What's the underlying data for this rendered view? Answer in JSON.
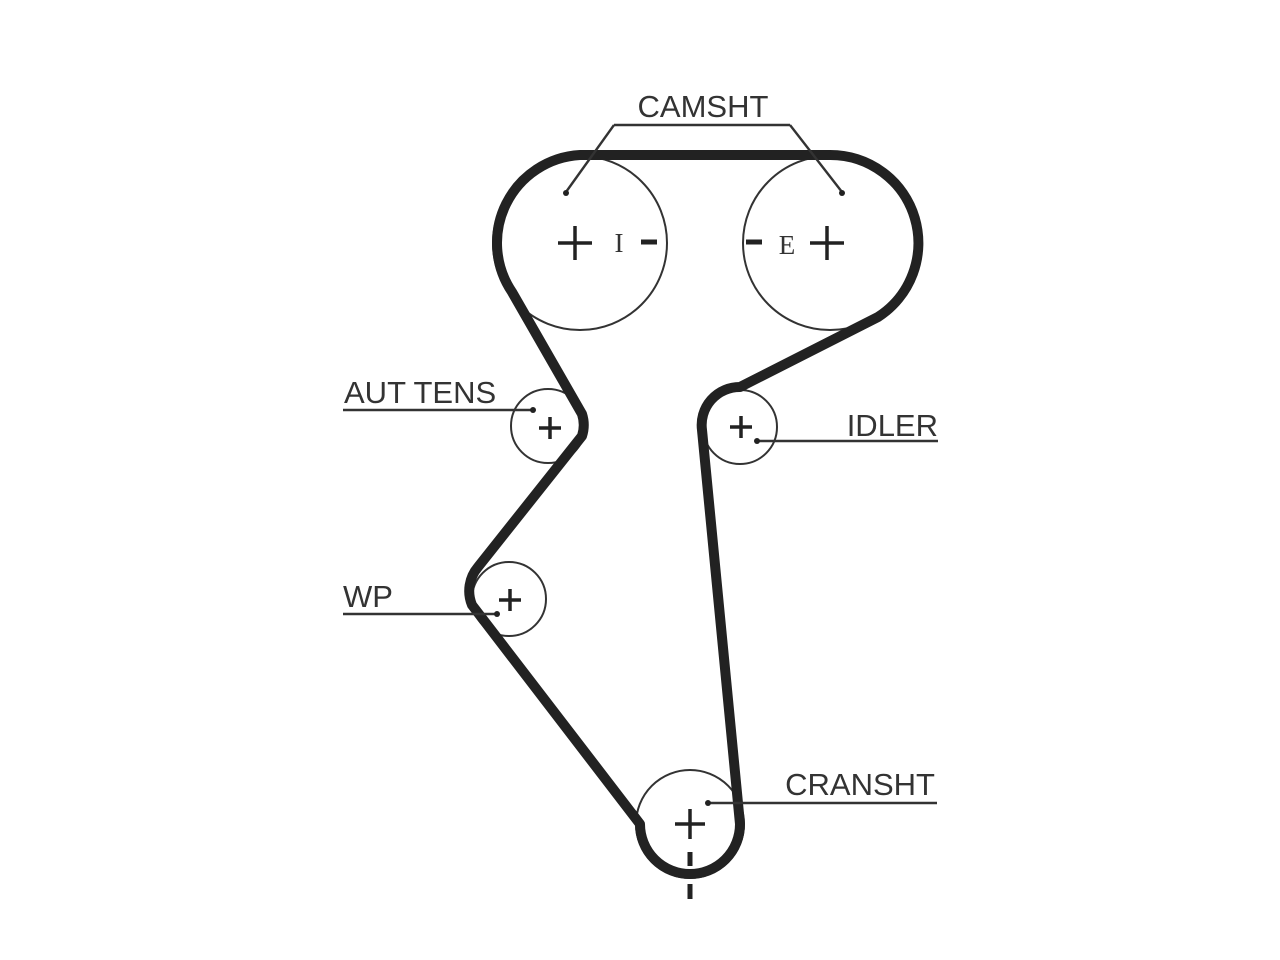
{
  "labels": {
    "camshaft": "CAMSHT",
    "auto_tensioner": "AUT TENS",
    "idler": "IDLER",
    "water_pump": "WP",
    "crankshaft": "CRANSHT"
  },
  "marks": {
    "intake": "I",
    "exhaust": "E"
  },
  "colors": {
    "line": "#222222",
    "text": "#333333",
    "background": "#ffffff"
  }
}
